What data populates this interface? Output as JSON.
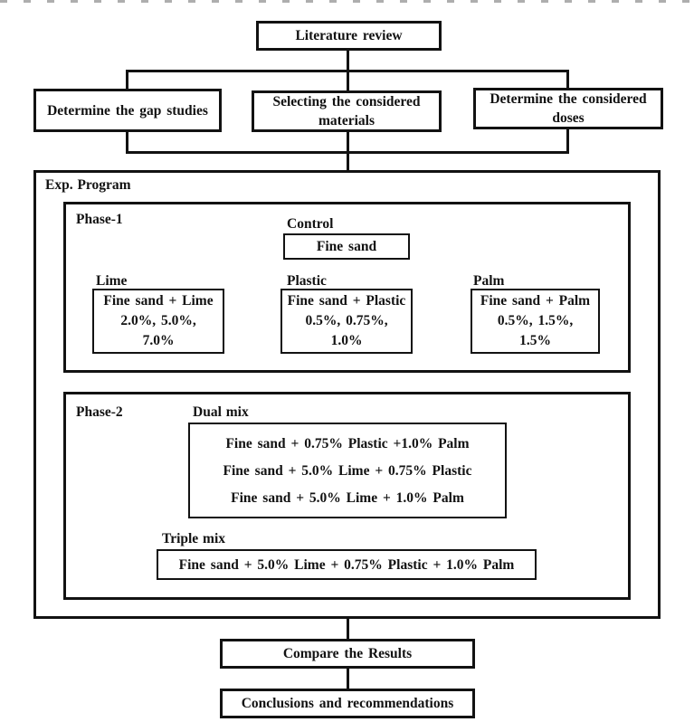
{
  "palette": {
    "line_color": "#121212",
    "background": "#ffffff"
  },
  "nodes": {
    "literature_review": "Literature review",
    "gap_studies": "Determine the gap studies",
    "materials": [
      "Selecting the considered",
      "materials"
    ],
    "doses": [
      "Determine the considered",
      "doses"
    ],
    "compare": "Compare the Results",
    "conclusions": "Conclusions and recommendations"
  },
  "exp_program": {
    "label": "Exp. Program",
    "phase1": {
      "label": "Phase-1",
      "groups": [
        {
          "label": "Control",
          "lines": [
            "Fine sand"
          ]
        },
        {
          "label": "Lime",
          "lines": [
            "Fine sand + Lime",
            "2.0%, 5.0%,",
            "7.0%"
          ]
        },
        {
          "label": "Plastic",
          "lines": [
            "Fine sand + Plastic",
            "0.5%, 0.75%,",
            "1.0%"
          ]
        },
        {
          "label": "Palm",
          "lines": [
            "Fine sand + Palm",
            "0.5%, 1.5%,",
            "1.5%"
          ]
        }
      ]
    },
    "phase2": {
      "label": "Phase-2",
      "dual": {
        "label": "Dual mix",
        "lines": [
          "Fine sand + 0.75% Plastic +1.0% Palm",
          "Fine sand + 5.0% Lime + 0.75% Plastic",
          "Fine sand + 5.0% Lime + 1.0% Palm"
        ]
      },
      "triple": {
        "label": "Triple mix",
        "lines": [
          "Fine sand + 5.0% Lime + 0.75% Plastic + 1.0% Palm"
        ]
      }
    }
  }
}
